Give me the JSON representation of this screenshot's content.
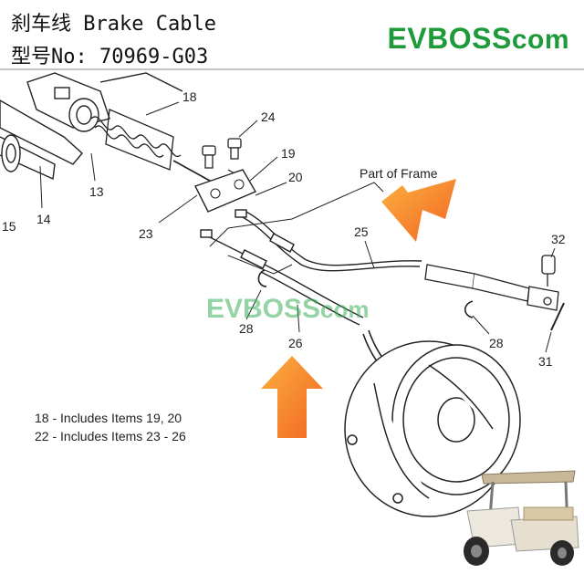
{
  "header": {
    "line1": "刹车线 Brake Cable",
    "line2": "型号No: 70969-G03"
  },
  "brand": {
    "logo_main": "EVBOSS",
    "logo_suffix": "com"
  },
  "watermark": {
    "main": "EVBOSS",
    "suffix": "com"
  },
  "diagram": {
    "frame_label": "Part of Frame",
    "callouts": {
      "c18": "18",
      "c24": "24",
      "c19": "19",
      "c20": "20",
      "c13": "13",
      "c14": "14",
      "c15": "15",
      "c23": "23",
      "c25": "25",
      "c32": "32",
      "c28a": "28",
      "c28b": "28",
      "c26": "26",
      "c31": "31"
    },
    "notes": [
      "18 - Includes Items 19, 20",
      "22 - Includes Items 23 - 26"
    ]
  },
  "colors": {
    "brand_green": "#1e9a3a",
    "arrow_orange": "#f7941d",
    "line": "#222222"
  },
  "icons": [
    "orange-arrow",
    "golf-cart-photo"
  ]
}
